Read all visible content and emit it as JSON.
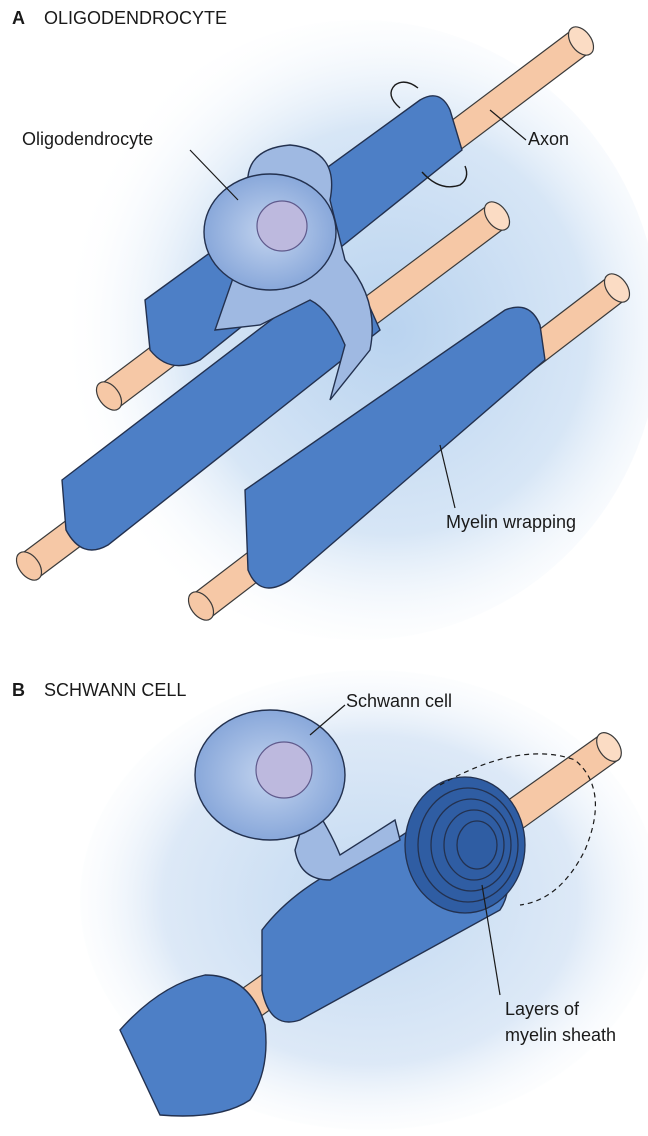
{
  "panel_a": {
    "letter": "A",
    "title": "OLIGODENDROCYTE",
    "labels": {
      "oligodendrocyte": "Oligodendrocyte",
      "axon": "Axon",
      "myelin_wrapping": "Myelin wrapping"
    }
  },
  "panel_b": {
    "letter": "B",
    "title": "SCHWANN CELL",
    "labels": {
      "schwann_cell": "Schwann cell",
      "layers_line1": "Layers of",
      "layers_line2": "myelin sheath"
    }
  },
  "colors": {
    "axon": "#f6c8a6",
    "myelin": "#4d7fc6",
    "cell_body": "#9fb9e2",
    "nucleus": "#bdb9de",
    "glow": "#b9d3ef"
  }
}
